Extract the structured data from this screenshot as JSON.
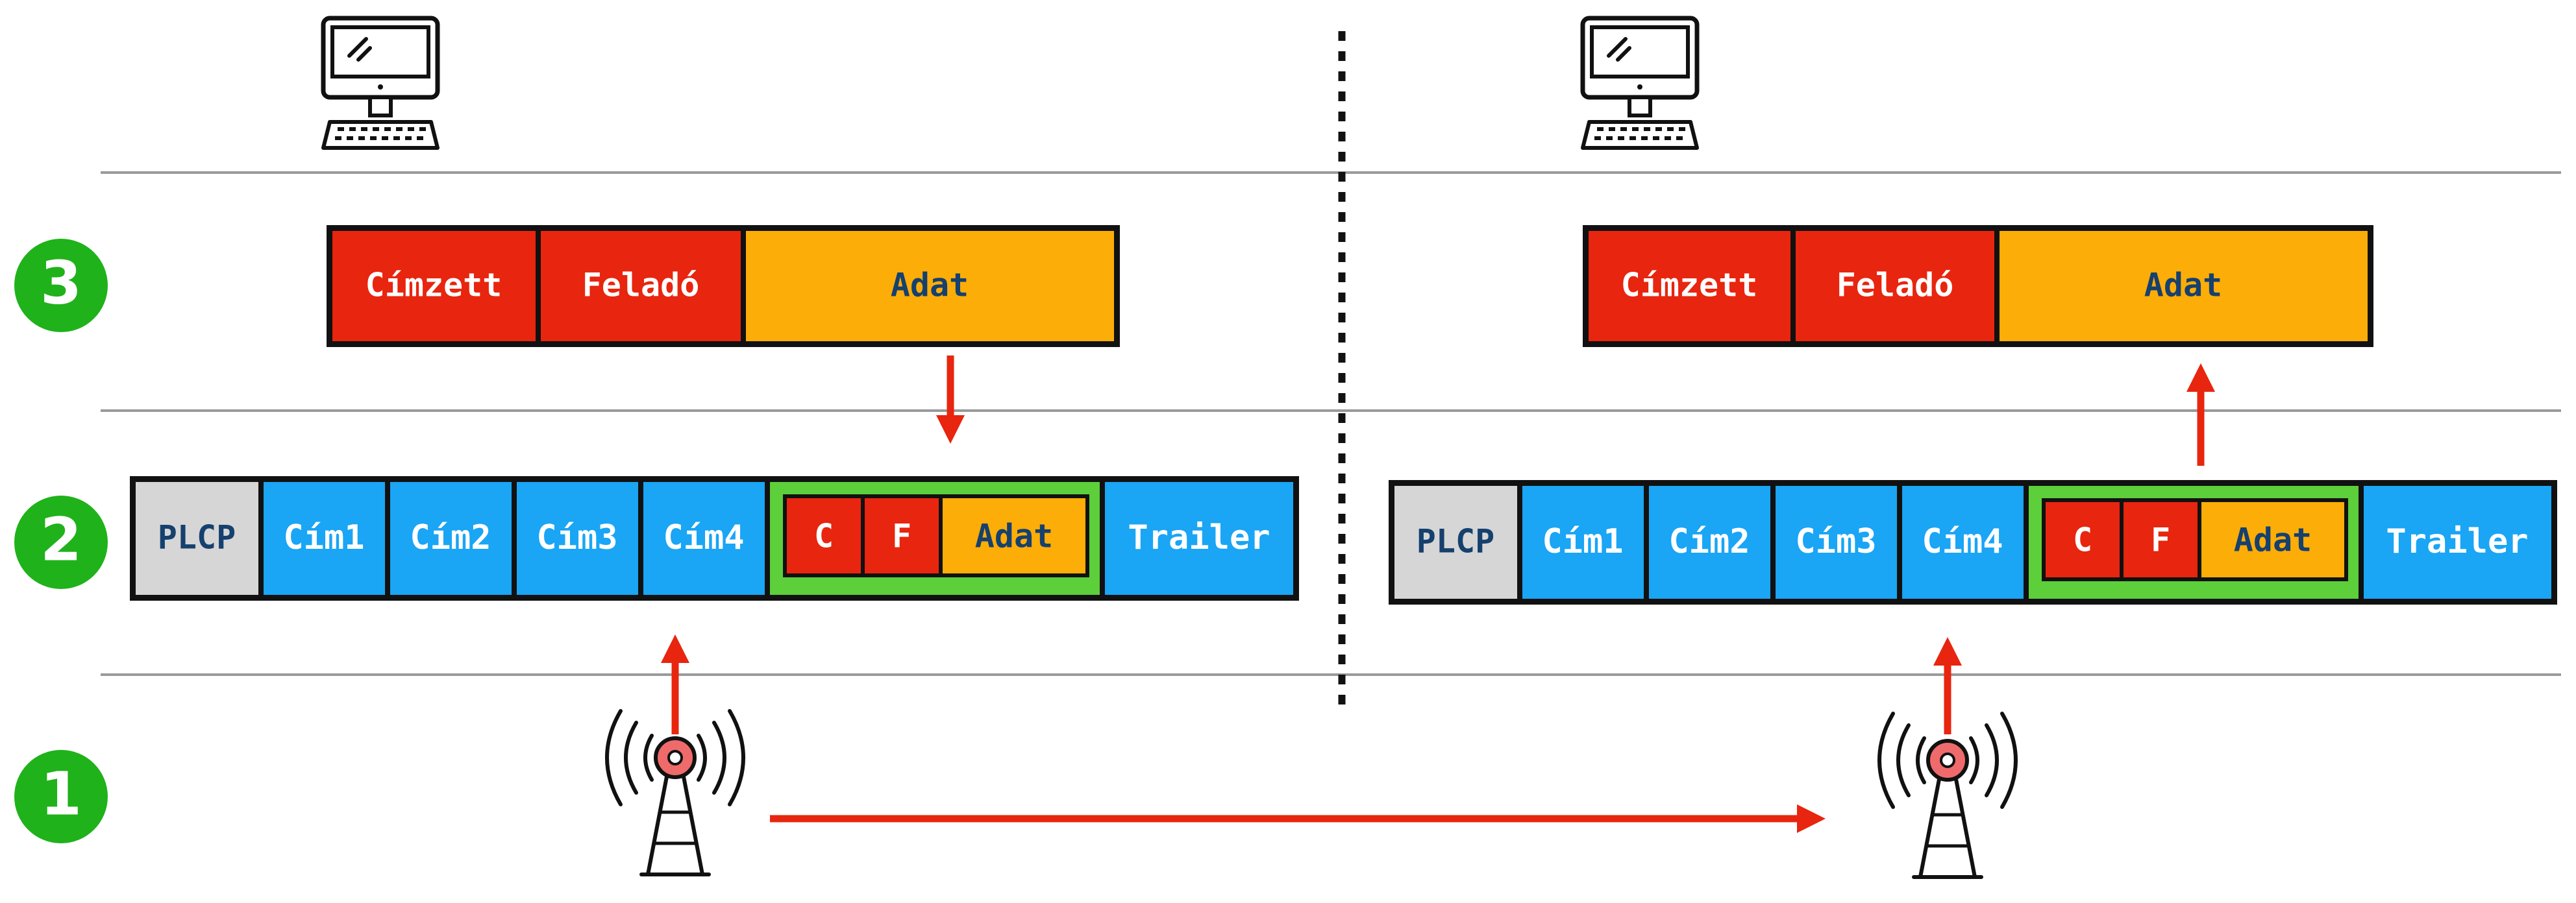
{
  "colors": {
    "red": "#e8250f",
    "blue": "#1aa5f5",
    "orange": "#fdad07",
    "green": "#5ccf3b",
    "gray": "#d6d6d6",
    "layer_badge": "#1fb21a",
    "arrow": "#e8250f",
    "dark_text": "#16406e"
  },
  "layers": [
    "3",
    "2",
    "1"
  ],
  "left": {
    "layer3": {
      "dest": "Címzett",
      "src": "Feladó",
      "data": "Adat"
    },
    "layer2": {
      "plcp": "PLCP",
      "addr1": "Cím1",
      "addr2": "Cím2",
      "addr3": "Cím3",
      "addr4": "Cím4",
      "payload": {
        "c": "C",
        "f": "F",
        "data": "Adat"
      },
      "trailer": "Trailer"
    }
  },
  "right": {
    "layer3": {
      "dest": "Címzett",
      "src": "Feladó",
      "data": "Adat"
    },
    "layer2": {
      "plcp": "PLCP",
      "addr1": "Cím1",
      "addr2": "Cím2",
      "addr3": "Cím3",
      "addr4": "Cím4",
      "payload": {
        "c": "C",
        "f": "F",
        "data": "Adat"
      },
      "trailer": "Trailer"
    }
  },
  "icons": {
    "host": "desktop-computer-icon",
    "antenna": "radio-antenna-tower-icon"
  }
}
